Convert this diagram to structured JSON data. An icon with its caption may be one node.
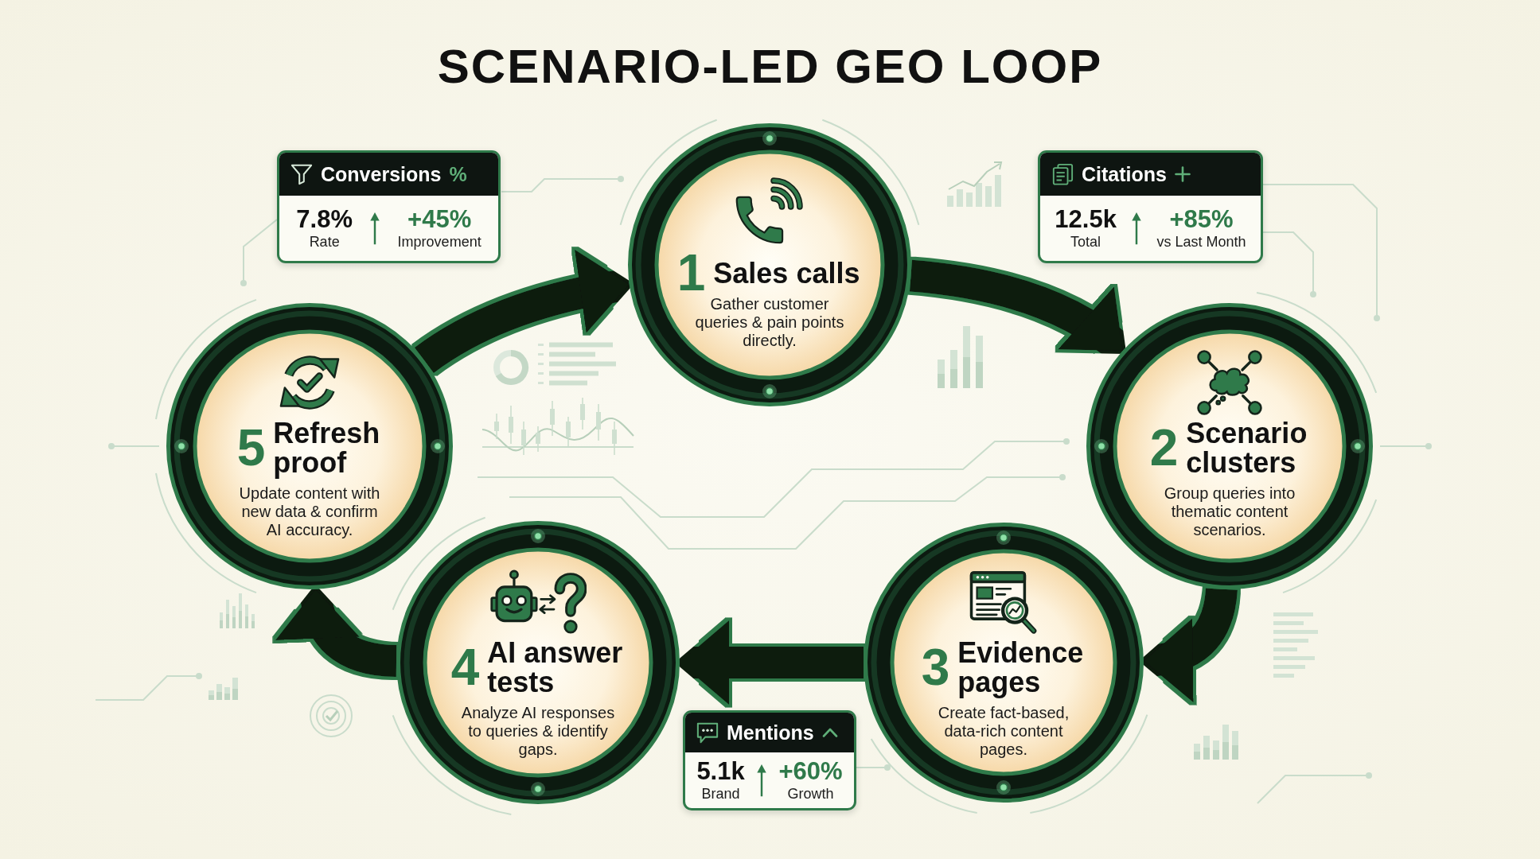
{
  "diagram": {
    "title": "SCENARIO-LED GEO LOOP",
    "nodes": [
      {
        "text": [
          "1",
          "Sales calls",
          "Gather customer queries & pain points directly."
        ]
      },
      {
        "text": [
          "2",
          "Scenario clusters",
          "Group queries into thematic content scenarios."
        ]
      },
      {
        "text": [
          "3",
          "Evidence pages",
          "Create fact-based, data-rich content pages."
        ]
      },
      {
        "text": [
          "4",
          "AI answer tests",
          "Analyze AI responses to queries & identify gaps."
        ]
      },
      {
        "text": [
          "5",
          "Refresh proof",
          "Update content with new data & confirm AI accuracy."
        ]
      },
      {
        "text": [
          "Conversions",
          "%",
          "7.8%",
          "Rate",
          "+45%",
          "Improvement"
        ]
      },
      {
        "text": [
          "Citations",
          "12.5k",
          "Total",
          "+85%",
          "vs Last Month"
        ]
      },
      {
        "text": [
          "Mentions",
          "5.1k",
          "Brand",
          "+60%",
          "Growth"
        ]
      }
    ],
    "edges": [
      {
        "from": 0,
        "to": 1,
        "arrow": "to"
      },
      {
        "from": 1,
        "to": 2,
        "arrow": "to"
      },
      {
        "from": 2,
        "to": 3,
        "arrow": "to"
      },
      {
        "from": 3,
        "to": 4,
        "arrow": "to"
      },
      {
        "from": 4,
        "to": 0,
        "arrow": "to"
      }
    ]
  }
}
